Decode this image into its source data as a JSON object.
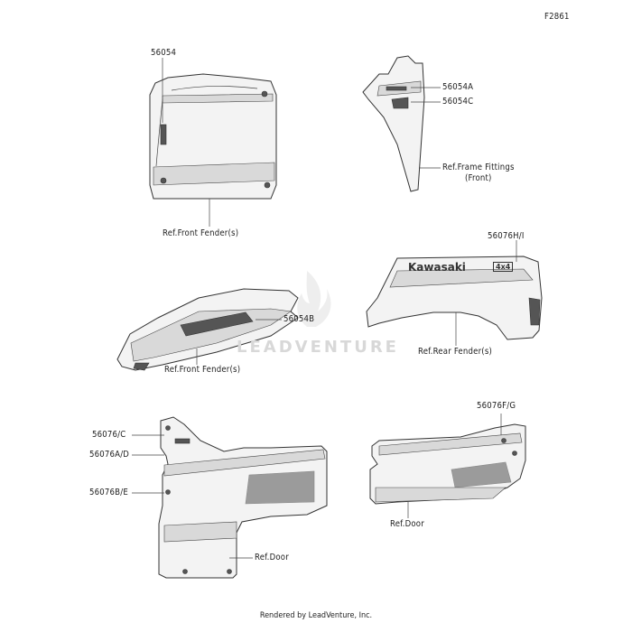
{
  "figure_id": "F2861",
  "watermark": "LEADVENTURE",
  "footer": "Rendered by LeadVenture, Inc.",
  "logos": {
    "kawasaki": "Kawasaki",
    "four_by_four": "4x4"
  },
  "parts": {
    "p56054": "56054",
    "p56054A": "56054A",
    "p56054C": "56054C",
    "p56054B": "56054B",
    "p56076HI": "56076H/I",
    "p56076C": "56076/C",
    "p56076AD": "56076A/D",
    "p56076BE": "56076B/E",
    "p56076FG": "56076F/G"
  },
  "refs": {
    "front_fender_top": "Ref.Front Fender(s)",
    "frame_fittings_1": "Ref.Frame Fittings",
    "frame_fittings_2": "(Front)",
    "front_fender_mid": "Ref.Front Fender(s)",
    "rear_fender": "Ref.Rear Fender(s)",
    "door_left": "Ref.Door",
    "door_right": "Ref.Door"
  }
}
